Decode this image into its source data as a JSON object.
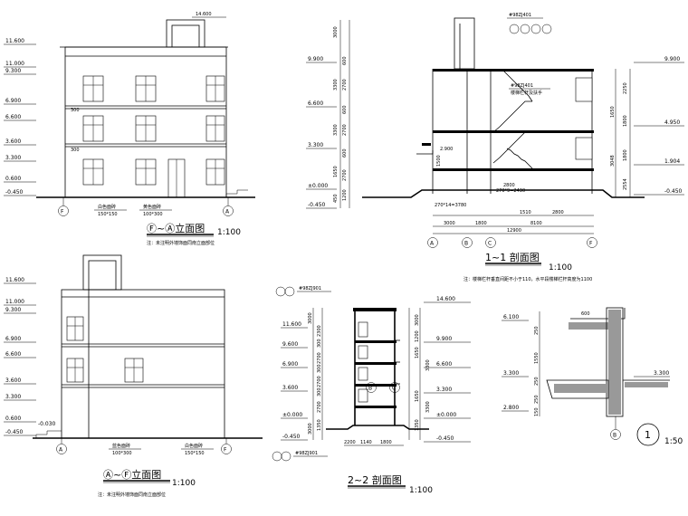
{
  "elevation_f_a": {
    "title": "Ⓕ~Ⓐ立面图",
    "scale": "1:100",
    "note": "注：未注明外墙饰面同南立面部位",
    "levels": [
      "11.600",
      "11.000",
      "9.300",
      "6.900",
      "6.600",
      "3.600",
      "3.300",
      "0.600",
      "-0.450"
    ],
    "top_level": "14.600",
    "axis_left": "F",
    "axis_right": "A",
    "mat1_label": "白色面砖",
    "mat1_size": "150*150",
    "mat2_label": "黄色面砖",
    "mat2_size": "100*300",
    "sill": "300"
  },
  "elevation_a_f": {
    "title": "Ⓐ~Ⓕ立面图",
    "scale": "1:100",
    "note": "注：未注明外墙饰面同南立面部位",
    "levels": [
      "11.600",
      "11.000",
      "9.300",
      "6.900",
      "6.600",
      "3.600",
      "3.300",
      "0.600",
      "-0.450"
    ],
    "ground": "-0.030",
    "axis_left": "A",
    "axis_right": "F",
    "mat1_label": "蓝色面砖",
    "mat1_size": "100*300",
    "mat2_label": "白色面砖",
    "mat2_size": "150*150"
  },
  "section_1_1": {
    "title": "1~1 剖面图",
    "scale": "1:100",
    "note": "注：楼梯栏杆垂直间距不小于110，水平段楼梯栏杆高度为1100",
    "ref_top": "#98ZJ401",
    "ref_mid": "#98ZJ401",
    "ref_mid_note": "楼梯栏杆及扶手",
    "left_levels": [
      "9.900",
      "6.600",
      "3.300",
      "±0.000",
      "-0.450"
    ],
    "right_levels": [
      "9.900",
      "4.950",
      "1.904",
      "-0.450"
    ],
    "left_dims": [
      "3000",
      "600",
      "2700",
      "3300",
      "600",
      "2700",
      "3300",
      "600",
      "2700",
      "1650",
      "1200",
      "450"
    ],
    "right_dims": [
      "2250",
      "1650",
      "1800",
      "3048",
      "1800",
      "2554"
    ],
    "stair_dims": [
      "2.900",
      "1500",
      "2800",
      "270*9=2430"
    ],
    "bottom_dims": [
      "3000",
      "1800",
      "1510",
      "2800",
      "8100",
      "12900"
    ],
    "run_label": "270*14=3780",
    "axes": [
      "A",
      "B",
      "C",
      "F"
    ]
  },
  "section_2_2": {
    "title": "2~2 剖面图",
    "scale": "1:100",
    "ref_top": "#98ZJ901",
    "ref_bottom": "#98ZJ901",
    "left_levels": [
      "11.600",
      "9.600",
      "6.900",
      "3.600",
      "±0.000",
      "-0.450"
    ],
    "right_levels": [
      "14.600",
      "9.900",
      "6.600",
      "3.300",
      "±0.000",
      "-0.450"
    ],
    "left_dims": [
      "3000",
      "2300",
      "300",
      "2700",
      "300",
      "2700",
      "300",
      "2700",
      "1350",
      "3000"
    ],
    "right_dims": [
      "3000",
      "1200",
      "1650",
      "3300",
      "1650",
      "3300",
      "1350"
    ],
    "bottom_dims": [
      "2200",
      "1140",
      "1800"
    ],
    "axes": [
      "B",
      "C"
    ]
  },
  "detail_1": {
    "number": "1",
    "scale": "1:50",
    "levels": [
      "6.100",
      "3.300",
      "2.800",
      "3.300"
    ],
    "dims": [
      "600",
      "250",
      "1550",
      "250",
      "250",
      "150"
    ],
    "axis": "B"
  }
}
